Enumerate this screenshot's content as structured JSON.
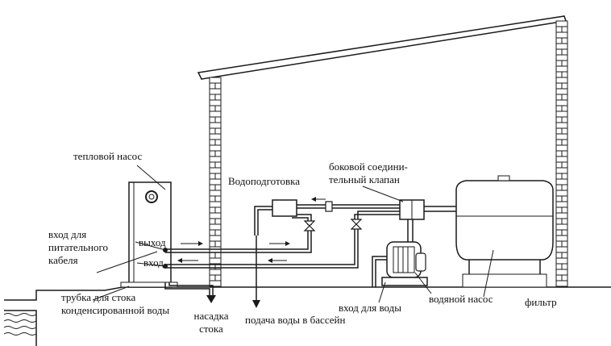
{
  "labels": {
    "heat_pump": "тепловой насос",
    "power_cable_inlet": "вход для питательного кабеля",
    "outlet": "выход",
    "inlet": "вход",
    "condensate_pipe": "трубка для стока конденсированной воды",
    "drain_nozzle": "насадка стока",
    "water_treatment": "Водоподготовка",
    "bypass_valve": "боковой соедини-тельный клапан",
    "water_supply_pool": "подача воды в бассейн",
    "water_inlet": "вход для воды",
    "water_pump": "водяной насос",
    "filter": "фильтр"
  }
}
